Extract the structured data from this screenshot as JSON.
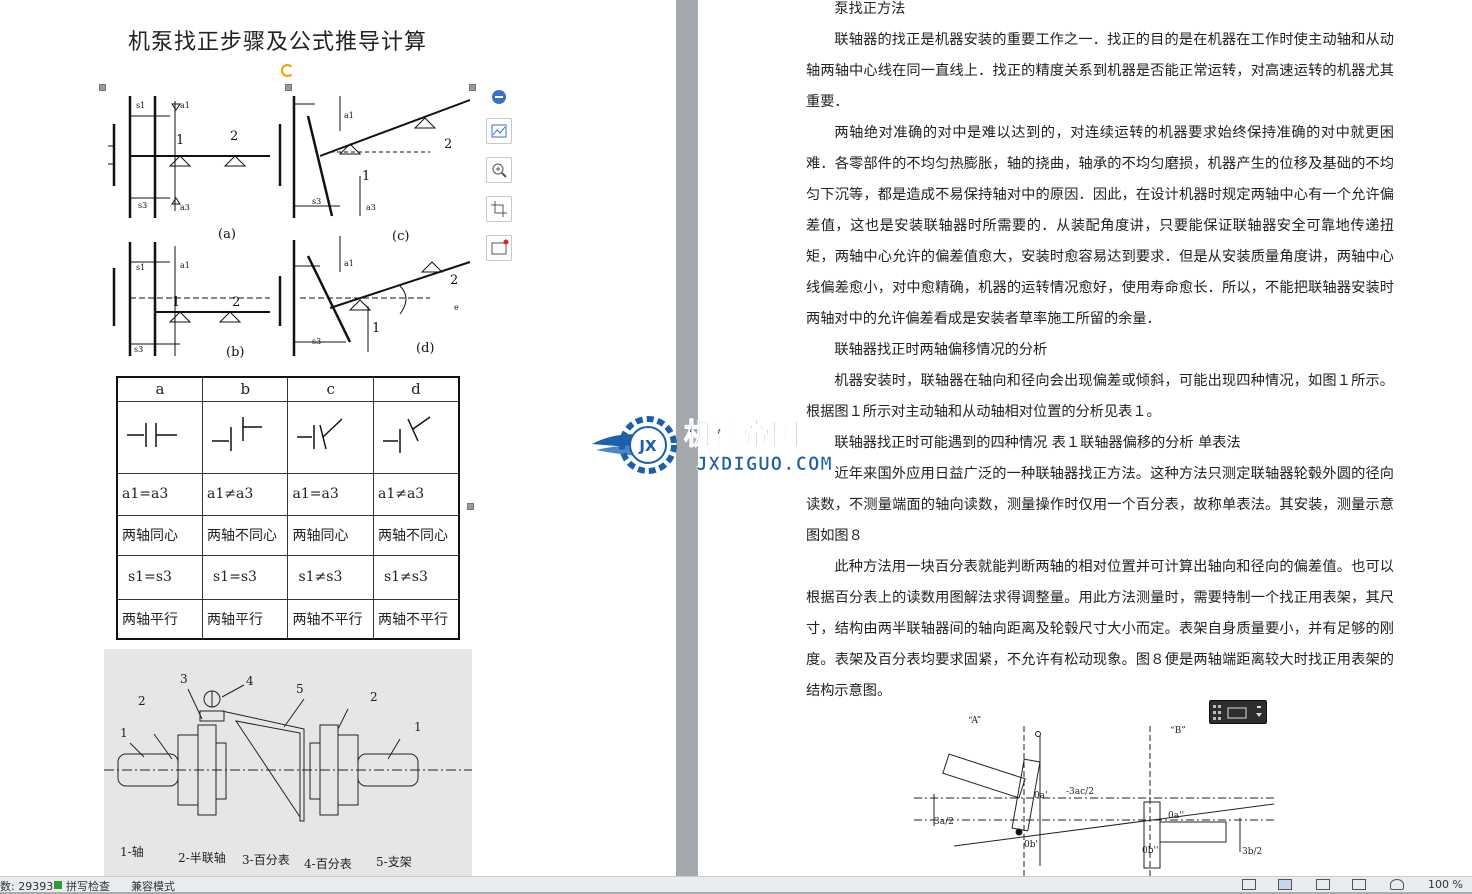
{
  "left_page": {
    "title": "机泵找正步骤及公式推导计算",
    "figure1": {
      "panel_labels": [
        "(a)",
        "(c)",
        "(b)",
        "(d)"
      ],
      "dim_labels": [
        "s1",
        "a1",
        "s3",
        "a3",
        "1",
        "2",
        "e"
      ]
    },
    "table": {
      "headers": [
        "a",
        "b",
        "c",
        "d"
      ],
      "row_a": [
        "a1=a3",
        "a1≠a3",
        "a1=a3",
        "a1≠a3"
      ],
      "row_a_desc": [
        "两轴同心",
        "两轴不同心",
        "两轴同心",
        "两轴不同心"
      ],
      "row_s": [
        "s1=s3",
        "s1=s3",
        "s1≠s3",
        "s1≠s3"
      ],
      "row_s_desc": [
        "两轴平行",
        "两轴平行",
        "两轴不平行",
        "两轴不平行"
      ]
    },
    "figure2": {
      "numbers": [
        "1",
        "2",
        "3",
        "4",
        "5",
        "2",
        "1"
      ],
      "legend": [
        "1-轴",
        "2-半联轴",
        "3-百分表",
        "4-百分表",
        "5-支架"
      ]
    }
  },
  "right_page": {
    "paragraphs": [
      "泵找正方法",
      "联轴器的找正是机器安装的重要工作之一．找正的目的是在机器在工作时使主动轴和从动轴两轴中心线在同一直线上．找正的精度关系到机器是否能正常运转，对高速运转的机器尤其重要．",
      "两轴绝对准确的对中是难以达到的，对连续运转的机器要求始终保持准确的对中就更困难．各零部件的不均匀热膨胀，轴的挠曲，轴承的不均匀磨损，机器产生的位移及基础的不均匀下沉等，都是造成不易保持轴对中的原因．因此，在设计机器时规定两轴中心有一个允许偏差值，这也是安装联轴器时所需要的．从装配角度讲，只要能保证联轴器安全可靠地传递扭矩，两轴中心允许的偏差值愈大，安装时愈容易达到要求．但是从安装质量角度讲，两轴中心线偏差愈小，对中愈精确，机器的运转情况愈好，使用寿命愈长．所以，不能把联轴器安装时两轴对中的允许偏差看成是安装者草率施工所留的余量．",
      "联轴器找正时两轴偏移情况的分析",
      "机器安装时，联轴器在轴向和径向会出现偏差或倾斜，可能出现四种情况，如图１所示。根据图１所示对主动轴和从动轴相对位置的分析见表１。",
      "联轴器找正时可能遇到的四种情况 表１联轴器偏移的分析 单表法",
      "近年来国外应用日益广泛的一种联轴器找正方法。这种方法只测定联轴器轮毂外圆的径向读数，不测量端面的轴向读数，测量操作时仅用一个百分表，故称单表法。其安装，测量示意图如图８",
      "此种方法用一块百分表就能判断两轴的相对位置并可计算出轴向和径向的偏差值。也可以根据百分表上的读数用图解法求得调整量。用此方法测量时，需要特制一个找正用表架，其尺寸，结构由两半联轴器间的轴向距离及轮毂尺寸大小而定。表架自身质量要小，并有足够的刚度。表架及百分表均要求固紧，不允许有松动现象。图８便是两轴端距离较大时找正用表架的结构示意图。"
    ],
    "figure3": {
      "labels": [
        "“A”",
        "“B”",
        "0a'",
        "0b'",
        "-3ac/2",
        "0a''",
        "0b''",
        "3a/2",
        "3b/2"
      ]
    }
  },
  "watermark": {
    "text": "机械帝国",
    "sub": "JXDIGUO.COM",
    "badge": "JX"
  },
  "statusbar": {
    "word_count": "数: 29393",
    "spell_check": "拼写检查",
    "compat_mode": "兼容模式",
    "zoom": "100 %"
  },
  "colors": {
    "accent": "#3a6fc9",
    "watermark_blue": "#1d5fa8",
    "rotate_handle": "#f5a000"
  }
}
